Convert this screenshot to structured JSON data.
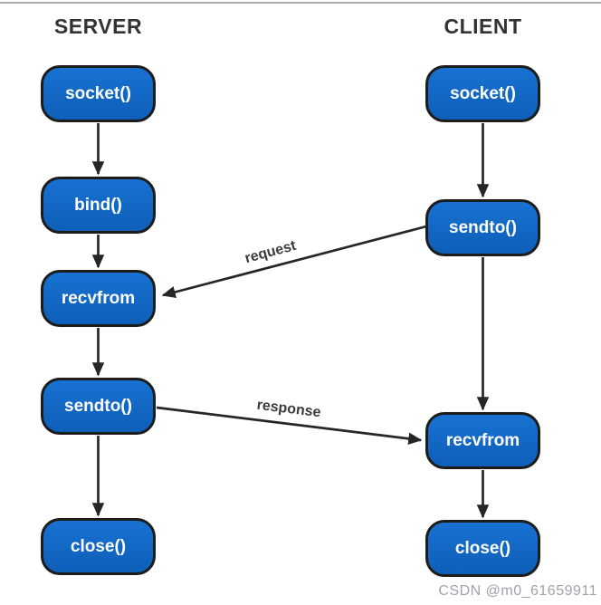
{
  "diagram": {
    "type": "flowchart",
    "columns": {
      "server": {
        "heading": "SERVER",
        "nodes": [
          "socket()",
          "bind()",
          "recvfrom",
          "sendto()",
          "close()"
        ]
      },
      "client": {
        "heading": "CLIENT",
        "nodes": [
          "socket()",
          "sendto()",
          "recvfrom",
          "close()"
        ]
      }
    },
    "edges": [
      {
        "label": "request",
        "from": "client sendto()",
        "to": "server recvfrom"
      },
      {
        "label": "response",
        "from": "server sendto()",
        "to": "client recvfrom"
      }
    ],
    "colors": {
      "node_fill": "#1268c3",
      "node_border": "#1c1c1c",
      "node_text": "#ffffff",
      "arrow": "#262626",
      "heading_text": "#333333",
      "edge_label_text": "#3c3c3c",
      "top_rule": "#a9a9a9",
      "background": "#ffffff",
      "watermark_text": "#9ea4aa"
    }
  },
  "watermark": "CSDN @m0_61659911"
}
